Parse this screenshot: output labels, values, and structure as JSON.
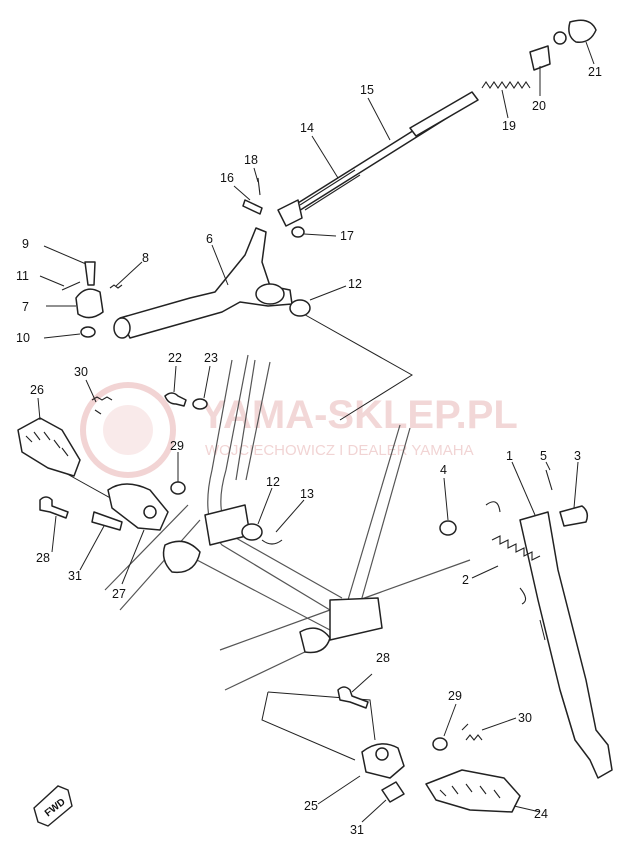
{
  "watermark": {
    "title": "YAMA-SKLEP.PL",
    "subtitle": "WOJCIECHOWICZ I DEALER YAMAHA",
    "color": "#e9b8b8"
  },
  "direction_badge": "FWD",
  "callouts": [
    {
      "id": "c1",
      "label": "1"
    },
    {
      "id": "c2",
      "label": "2"
    },
    {
      "id": "c3",
      "label": "3"
    },
    {
      "id": "c4",
      "label": "4"
    },
    {
      "id": "c5",
      "label": "5"
    },
    {
      "id": "c6",
      "label": "6"
    },
    {
      "id": "c7",
      "label": "7"
    },
    {
      "id": "c8",
      "label": "8"
    },
    {
      "id": "c9",
      "label": "9"
    },
    {
      "id": "c10",
      "label": "10"
    },
    {
      "id": "c11",
      "label": "11"
    },
    {
      "id": "c12a",
      "label": "12"
    },
    {
      "id": "c12b",
      "label": "12"
    },
    {
      "id": "c13",
      "label": "13"
    },
    {
      "id": "c14",
      "label": "14"
    },
    {
      "id": "c15",
      "label": "15"
    },
    {
      "id": "c16",
      "label": "16"
    },
    {
      "id": "c17",
      "label": "17"
    },
    {
      "id": "c18",
      "label": "18"
    },
    {
      "id": "c19",
      "label": "19"
    },
    {
      "id": "c20",
      "label": "20"
    },
    {
      "id": "c21",
      "label": "21"
    },
    {
      "id": "c22",
      "label": "22"
    },
    {
      "id": "c23",
      "label": "23"
    },
    {
      "id": "c24",
      "label": "24"
    },
    {
      "id": "c25",
      "label": "25"
    },
    {
      "id": "c26",
      "label": "26"
    },
    {
      "id": "c27",
      "label": "27"
    },
    {
      "id": "c28a",
      "label": "28"
    },
    {
      "id": "c28b",
      "label": "28"
    },
    {
      "id": "c29a",
      "label": "29"
    },
    {
      "id": "c29b",
      "label": "29"
    },
    {
      "id": "c30a",
      "label": "30"
    },
    {
      "id": "c30b",
      "label": "30"
    },
    {
      "id": "c31a",
      "label": "31"
    },
    {
      "id": "c31b",
      "label": "31"
    }
  ]
}
